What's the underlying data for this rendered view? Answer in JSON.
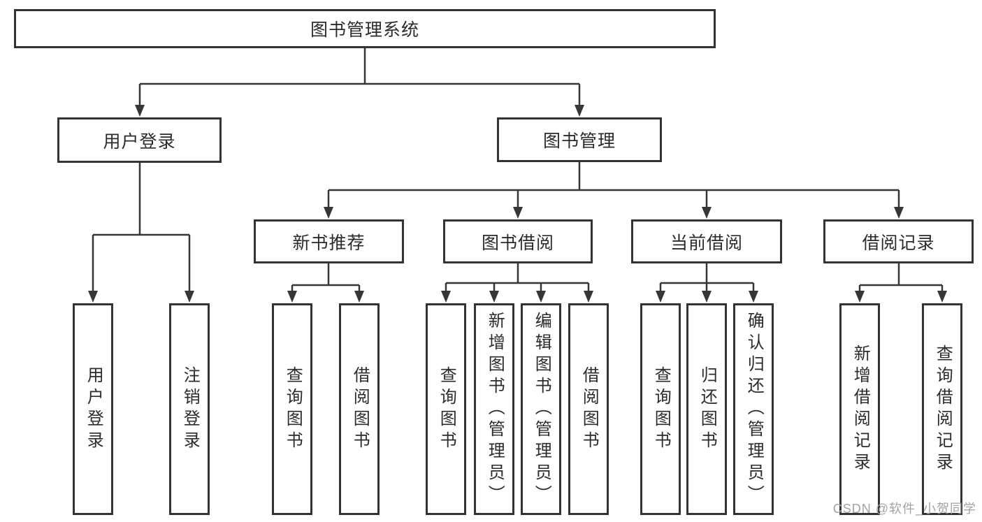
{
  "diagram": {
    "tree": {
      "label": "图书管理系统",
      "children": [
        {
          "label": "用户登录",
          "children": [
            {
              "label": "用户登录"
            },
            {
              "label": "注销登录"
            }
          ]
        },
        {
          "label": "图书管理",
          "children": [
            {
              "label": "新书推荐",
              "children": [
                {
                  "label": "查询图书"
                },
                {
                  "label": "借阅图书"
                }
              ]
            },
            {
              "label": "图书借阅",
              "children": [
                {
                  "label": "查询图书"
                },
                {
                  "label": "新增图书（管理员）"
                },
                {
                  "label": "编辑图书（管理员）"
                },
                {
                  "label": "借阅图书"
                }
              ]
            },
            {
              "label": "当前借阅",
              "children": [
                {
                  "label": "查询图书"
                },
                {
                  "label": "归还图书"
                },
                {
                  "label": "确认归还（管理员）"
                }
              ]
            },
            {
              "label": "借阅记录",
              "children": [
                {
                  "label": "新增借阅记录"
                },
                {
                  "label": "查询借阅记录"
                }
              ]
            }
          ]
        }
      ]
    },
    "colors": {
      "line": "#363636",
      "box_border": "#333333",
      "text": "#2b2b2b",
      "background": "#ffffff",
      "watermark": "#a3a3a3"
    },
    "watermark": {
      "text": "CSDN @软件_小贺同学"
    }
  }
}
